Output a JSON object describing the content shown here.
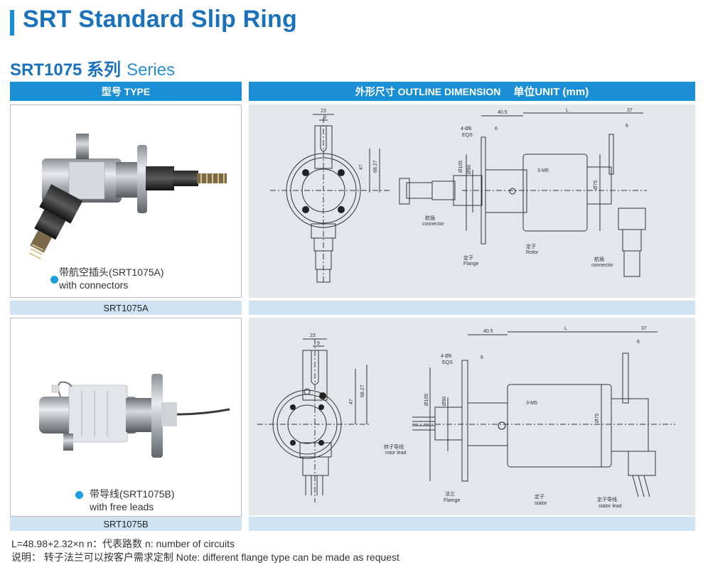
{
  "title": "SRT Standard Slip Ring",
  "series": {
    "code": "SRT1075 系列",
    "word": "Series"
  },
  "headers": {
    "type": "型号 TYPE",
    "outline": "外形尺寸 OUTLINE DIMENSION",
    "unit": "单位UNIT (mm)"
  },
  "products": [
    {
      "zh": "带航空插头(SRT1075A)",
      "en": "with connectors",
      "model": "SRT1075A"
    },
    {
      "zh": "带导线(SRT1075B)",
      "en": "with free leads",
      "model": "SRT1075B"
    }
  ],
  "drawing_a": {
    "dims": {
      "w23": "23",
      "w9": "9",
      "h47": "47",
      "h6827": "68.27",
      "d405": "40.5",
      "L": "L",
      "d37": "37",
      "d6a": "6",
      "d6b": "6",
      "holes": "4-Ø6",
      "eqs": "EQS",
      "d105": "Ø105",
      "d90": "Ø90",
      "m5": "3-M5",
      "d75": "Ø75"
    },
    "labels": {
      "conn_zh": "航插",
      "conn_en": "connector",
      "flange_zh": "定子",
      "flange_en": "Flange",
      "rotor_zh": "定子",
      "rotor_en": "Rotor",
      "conn2_zh": "航插",
      "conn2_en": "connector"
    }
  },
  "drawing_b": {
    "dims": {
      "w23": "23",
      "w9": "9",
      "h47": "47",
      "h6827": "68.27",
      "d405": "40.5",
      "L": "L",
      "d37": "37",
      "d6a": "6",
      "d6b": "6",
      "holes": "4-Ø6",
      "eqs": "EQS",
      "d105": "Ø105",
      "d90": "Ø90",
      "m5": "3-M5",
      "d75": "Ø75"
    },
    "labels": {
      "rotor_lead_zh": "转子导线",
      "rotor_lead_en": "rotor lead",
      "flange_zh": "法兰",
      "flange_en": "Flamge",
      "stator_zh": "定子",
      "stator_en": "stator",
      "stator_lead_zh": "定子导线",
      "stator_lead_en": "stator lead"
    }
  },
  "notes": {
    "formula": "L=48.98+2.32×n      n：代表路数 n: number of circuits",
    "remark": "说明：  转子法兰可以按客户需求定制 Note: different flange type can be made as request"
  }
}
